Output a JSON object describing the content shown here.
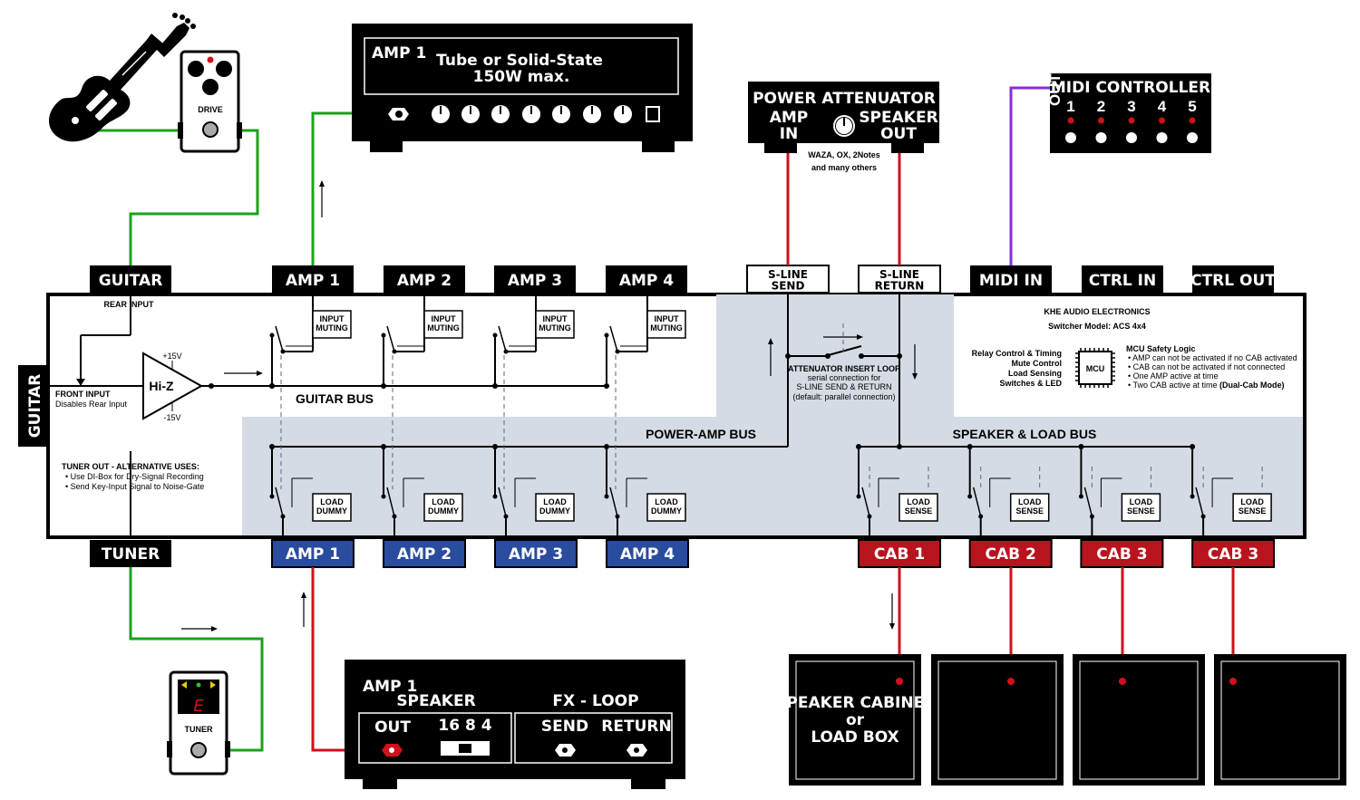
{
  "guitar_pedal": {
    "drive_label": "DRIVE",
    "tuner_label": "TUNER",
    "tuner_display": "E"
  },
  "amp_head": {
    "tag": "AMP 1",
    "line1": "Tube or Solid-State",
    "line2": "150W max."
  },
  "attenuator": {
    "title": "POWER ATTENUATOR",
    "amp_in": "AMP\nIN",
    "speaker_out": "SPEAKER\nOUT",
    "note1": "WAZA, OX, 2Notes",
    "note2": "and many others"
  },
  "midi_controller": {
    "title": "MIDI CONTROLLER",
    "out": "OUT",
    "buttons": [
      "1",
      "2",
      "3",
      "4",
      "5"
    ]
  },
  "top_jacks": {
    "guitar": "GUITAR",
    "amp1": "AMP 1",
    "amp2": "AMP 2",
    "amp3": "AMP 3",
    "amp4": "AMP 4",
    "sline_send": "S-LINE\nSEND",
    "sline_return": "S-LINE\nRETURN",
    "midi_in": "MIDI IN",
    "ctrl_in": "CTRL IN",
    "ctrl_out": "CTRL OUT"
  },
  "side_jack": "GUITAR",
  "bottom_jacks": {
    "tuner": "TUNER",
    "amps": [
      "AMP 1",
      "AMP 2",
      "AMP 3",
      "AMP 4"
    ],
    "cabs": [
      "CAB 1",
      "CAB 2",
      "CAB 3",
      "CAB 3"
    ]
  },
  "switcher": {
    "rear_input": "REAR  INPUT",
    "front_input": "FRONT INPUT",
    "front_input_sub": "Disables Rear Input",
    "hiz": "Hi-Z",
    "plus15": "+15V",
    "minus15": "-15V",
    "input_muting": "INPUT\nMUTING",
    "load_dummy": "LOAD\nDUMMY",
    "load_sense": "LOAD\nSENSE",
    "guitar_bus": "GUITAR BUS",
    "power_amp_bus": "POWER-AMP BUS",
    "speaker_load_bus": "SPEAKER & LOAD BUS",
    "tuner_out_title": "TUNER OUT - ALTERNATIVE USES:",
    "tuner_out_items": [
      "Use DI-Box for Dry-Signal Recording",
      "Send Key-Input Signal to Noise-Gate"
    ],
    "att_loop_title": "ATTENUATOR INSERT LOOP",
    "att_loop_l1": "serial connection for",
    "att_loop_l2": "S-LINE SEND & RETURN",
    "att_loop_l3": "(default: parallel connection)",
    "maker": "KHE AUDIO ELECTRONICS",
    "model": "Switcher Model: ACS 4x4",
    "mcu_left": [
      "Relay Control & Timing",
      "Mute Control",
      "Load Sensing",
      "Switches & LED"
    ],
    "mcu_chip": "MCU",
    "mcu_title": "MCU Safety Logic",
    "mcu_rules": [
      "AMP can not be activated if no CAB activated",
      "CAB can not be activated if not connected",
      "One AMP active at time",
      "Two CAB active at time "
    ],
    "mcu_rules_bold": "(Dual-Cab Mode)"
  },
  "amp_back": {
    "tag": "AMP 1",
    "speaker": "SPEAKER",
    "fx_loop": "FX - LOOP",
    "out": "OUT",
    "ohms": "16 8  4",
    "send": "SEND",
    "return": "RETURN"
  },
  "cabinet": {
    "line1": "SPEAKER CABINET",
    "line2": "or",
    "line3": "LOAD BOX"
  },
  "colors": {
    "green": "#1aa31a",
    "red": "#d0101a",
    "purple": "#8a2be2",
    "bus_bg": "#d5dbe4",
    "amp_blue": "#2a4c9e",
    "cab_red": "#b8141e"
  }
}
